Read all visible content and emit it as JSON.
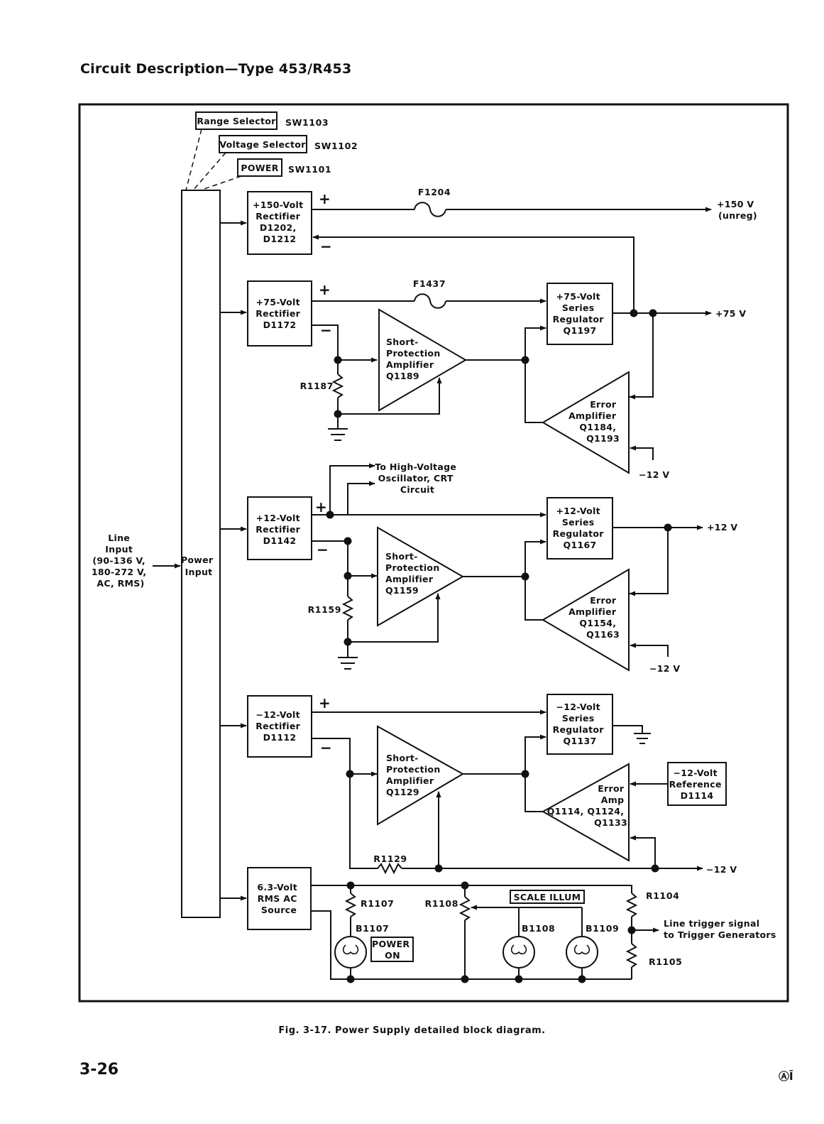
{
  "header": "Circuit Description—Type 453/R453",
  "caption": "Fig. 3-17. Power Supply detailed block diagram.",
  "page_number": "3-26",
  "publisher_mark": "ⒶĪ",
  "diagram": {
    "range_selector": "Range Selector",
    "range_selector_ref": "SW1103",
    "voltage_selector": "Voltage Selector",
    "voltage_selector_ref": "SW1102",
    "power_switch": "POWER",
    "power_switch_ref": "SW1101",
    "line_input": [
      "Line",
      "Input",
      "(90-136 V,",
      "180-272 V,",
      "AC, RMS)"
    ],
    "power_input": [
      "Power",
      "Input"
    ],
    "rect150": [
      "+150-Volt",
      "Rectifier",
      "D1202,",
      "D1212"
    ],
    "f1204": "F1204",
    "out150": [
      "+150 V",
      "(unreg)"
    ],
    "rect75": [
      "+75-Volt",
      "Rectifier",
      "D1172"
    ],
    "f1437": "F1437",
    "short75": [
      "Short-",
      "Protection",
      "Amplifier",
      "Q1189"
    ],
    "r1187": "R1187",
    "reg75": [
      "+75-Volt",
      "Series",
      "Regulator",
      "Q1197"
    ],
    "out75": "+75 V",
    "err75": [
      "Error",
      "Amplifier",
      "Q1184,",
      "Q1193"
    ],
    "neg12_a": "−12 V",
    "hv_note": [
      "To High-Voltage",
      "Oscillator, CRT",
      "Circuit"
    ],
    "rect12": [
      "+12-Volt",
      "Rectifier",
      "D1142"
    ],
    "short12": [
      "Short-",
      "Protection",
      "Amplifier",
      "Q1159"
    ],
    "r1159": "R1159",
    "reg12": [
      "+12-Volt",
      "Series",
      "Regulator",
      "Q1167"
    ],
    "out12": "+12 V",
    "err12": [
      "Error",
      "Amplifier",
      "Q1154,",
      "Q1163"
    ],
    "neg12_b": "−12 V",
    "rectm12": [
      "−12-Volt",
      "Rectifier",
      "D1112"
    ],
    "shortm12": [
      "Short-",
      "Protection",
      "Amplifier",
      "Q1129"
    ],
    "regm12": [
      "−12-Volt",
      "Series",
      "Regulator",
      "Q1137"
    ],
    "errm12": [
      "Error",
      "Amp",
      "Q1114, Q1124,",
      "Q1133"
    ],
    "refm12": [
      "−12-Volt",
      "Reference",
      "D1114"
    ],
    "r1129": "R1129",
    "outm12": "−12 V",
    "ac63": [
      "6.3-Volt",
      "RMS AC",
      "Source"
    ],
    "r1107": "R1107",
    "b1107": "B1107",
    "power_on": [
      "POWER",
      "ON"
    ],
    "r1108": "R1108",
    "scale_illum": "SCALE ILLUM",
    "b1108": "B1108",
    "b1109": "B1109",
    "r1104": "R1104",
    "r1105": "R1105",
    "line_trigger": [
      "Line trigger signal",
      "to Trigger Generators"
    ],
    "plus": "+",
    "minus": "−"
  }
}
